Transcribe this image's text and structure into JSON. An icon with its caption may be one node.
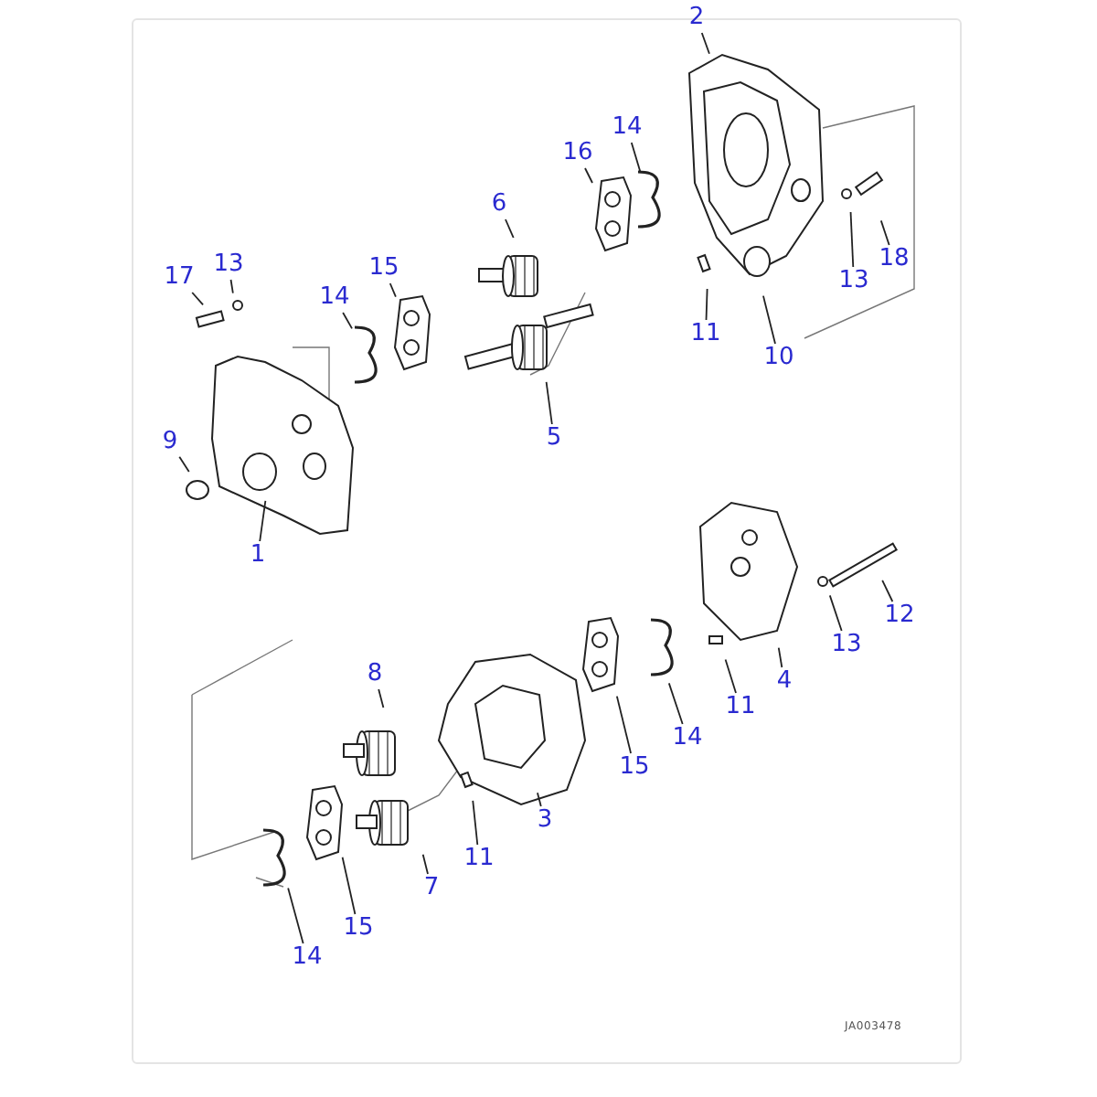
{
  "diagram": {
    "nodes": [
      {
        "text": [
          "2"
        ]
      },
      {
        "text": [
          "14"
        ]
      },
      {
        "text": [
          "16"
        ]
      },
      {
        "text": [
          "6"
        ]
      },
      {
        "text": [
          "13"
        ]
      },
      {
        "text": [
          "17"
        ]
      },
      {
        "text": [
          "15"
        ]
      },
      {
        "text": [
          "14"
        ]
      },
      {
        "text": [
          "18"
        ]
      },
      {
        "text": [
          "13"
        ]
      },
      {
        "text": [
          "11"
        ]
      },
      {
        "text": [
          "10"
        ]
      },
      {
        "text": [
          "5"
        ]
      },
      {
        "text": [
          "9"
        ]
      },
      {
        "text": [
          "1"
        ]
      },
      {
        "text": [
          "12"
        ]
      },
      {
        "text": [
          "13"
        ]
      },
      {
        "text": [
          "4"
        ]
      },
      {
        "text": [
          "11"
        ]
      },
      {
        "text": [
          "14"
        ]
      },
      {
        "text": [
          "15"
        ]
      },
      {
        "text": [
          "8"
        ]
      },
      {
        "text": [
          "3"
        ]
      },
      {
        "text": [
          "11"
        ]
      },
      {
        "text": [
          "7"
        ]
      },
      {
        "text": [
          "14"
        ]
      },
      {
        "text": [
          "15"
        ]
      }
    ],
    "edges": [
      {
        "from": 0,
        "to": null,
        "arrow": "none"
      },
      {
        "from": 1,
        "to": null,
        "arrow": "none"
      },
      {
        "from": 2,
        "to": null,
        "arrow": "none"
      },
      {
        "from": 3,
        "to": null,
        "arrow": "none"
      },
      {
        "from": 4,
        "to": null,
        "arrow": "none"
      },
      {
        "from": 5,
        "to": null,
        "arrow": "none"
      },
      {
        "from": 6,
        "to": null,
        "arrow": "none"
      },
      {
        "from": 7,
        "to": null,
        "arrow": "none"
      },
      {
        "from": 8,
        "to": null,
        "arrow": "none"
      },
      {
        "from": 9,
        "to": null,
        "arrow": "none"
      },
      {
        "from": 10,
        "to": null,
        "arrow": "none"
      },
      {
        "from": 11,
        "to": null,
        "arrow": "none"
      },
      {
        "from": 12,
        "to": null,
        "arrow": "none"
      },
      {
        "from": 13,
        "to": null,
        "arrow": "none"
      },
      {
        "from": 14,
        "to": null,
        "arrow": "none"
      },
      {
        "from": 15,
        "to": null,
        "arrow": "none"
      },
      {
        "from": 16,
        "to": null,
        "arrow": "none"
      },
      {
        "from": 17,
        "to": null,
        "arrow": "none"
      },
      {
        "from": 18,
        "to": null,
        "arrow": "none"
      },
      {
        "from": 19,
        "to": null,
        "arrow": "none"
      },
      {
        "from": 20,
        "to": null,
        "arrow": "none"
      },
      {
        "from": 21,
        "to": null,
        "arrow": "none"
      },
      {
        "from": 22,
        "to": null,
        "arrow": "none"
      },
      {
        "from": 23,
        "to": null,
        "arrow": "none"
      },
      {
        "from": 24,
        "to": null,
        "arrow": "none"
      },
      {
        "from": 25,
        "to": null,
        "arrow": "none"
      },
      {
        "from": 26,
        "to": null,
        "arrow": "none"
      }
    ],
    "labels": [
      "JA003478"
    ]
  }
}
